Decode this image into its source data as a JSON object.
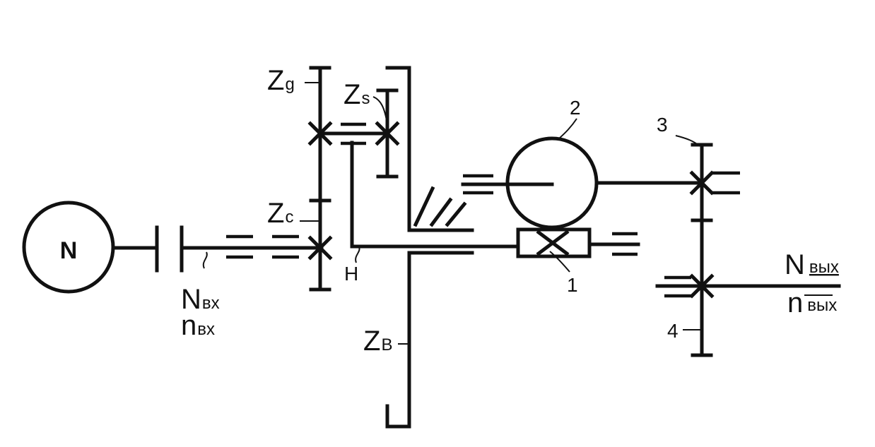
{
  "motor": {
    "label": "N"
  },
  "input": {
    "power_main": "N",
    "power_sub": "вх",
    "speed_main": "n",
    "speed_sub": "вх"
  },
  "gears": {
    "zg": {
      "main": "Z",
      "sub": "g"
    },
    "zs": {
      "main": "Z",
      "sub": "s"
    },
    "zc": {
      "main": "Z",
      "sub": "c"
    },
    "zb": {
      "main": "Z",
      "sub": "B"
    }
  },
  "carrier": {
    "label": "H"
  },
  "parts": {
    "p1": "1",
    "p2": "2",
    "p3": "3",
    "p4": "4"
  },
  "output": {
    "power_main": "N",
    "power_sub": "вых",
    "speed_main": "n",
    "speed_sub": "вых"
  }
}
